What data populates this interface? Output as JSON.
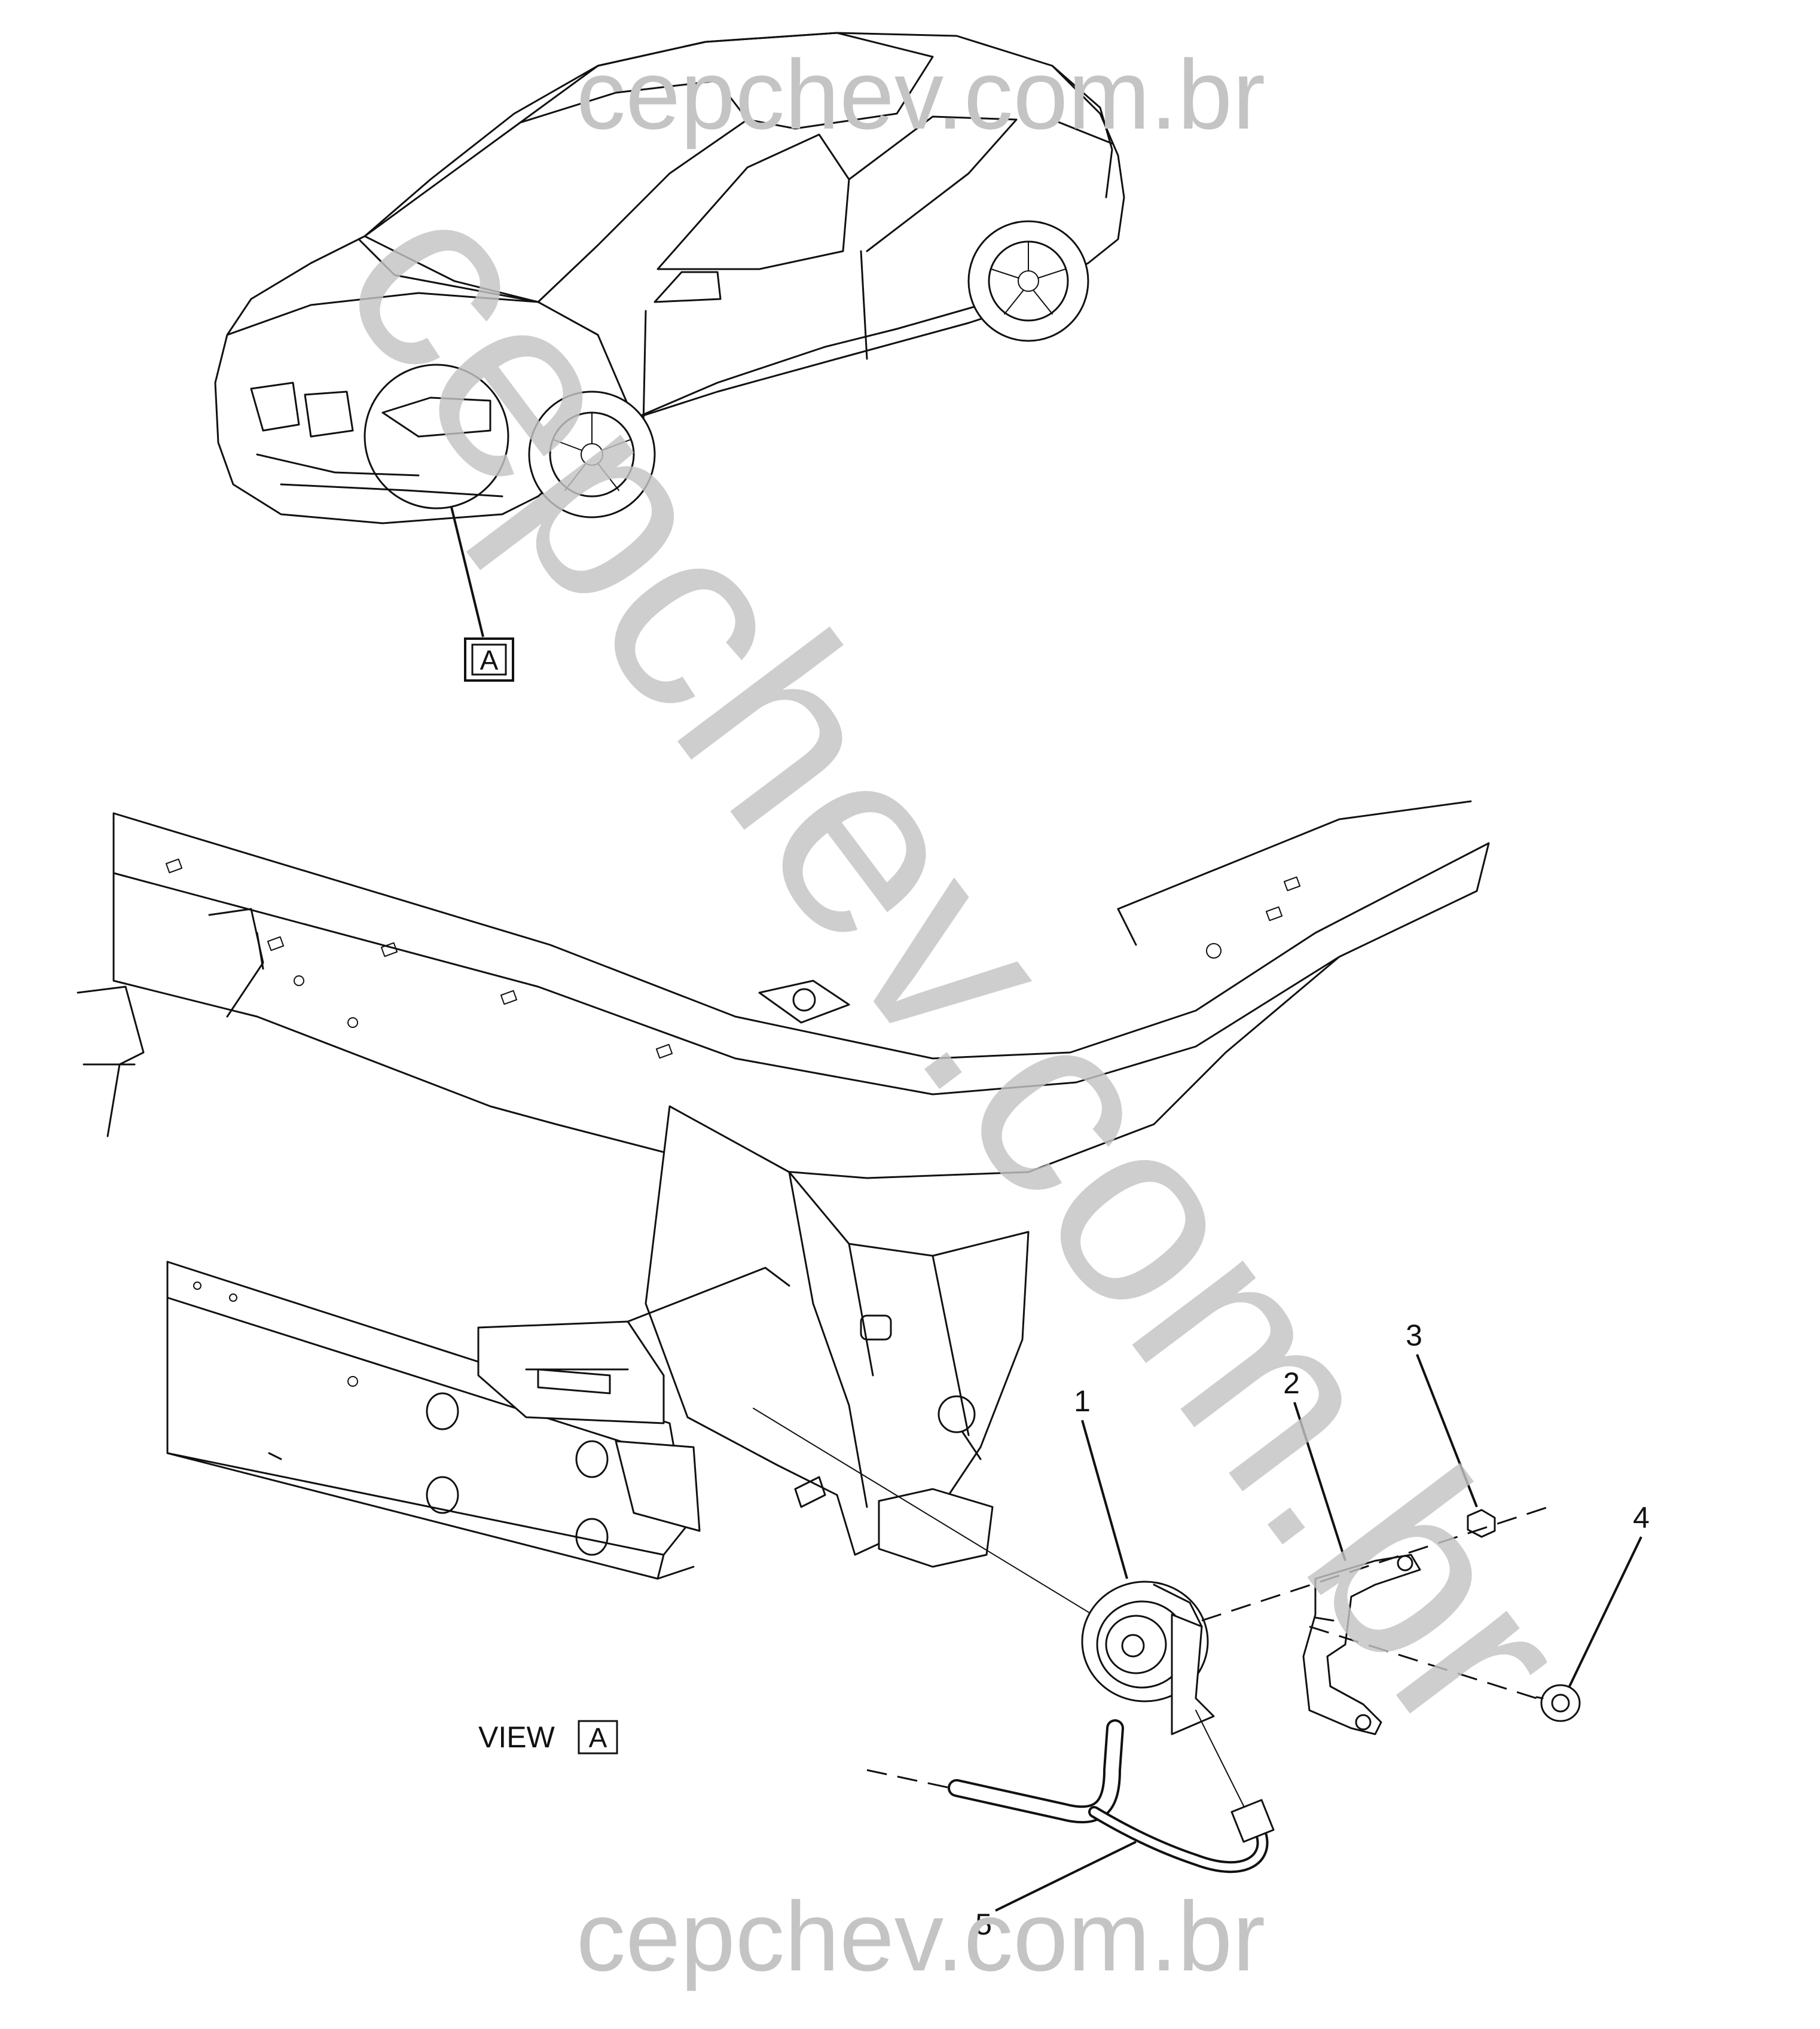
{
  "watermarks": {
    "top": "cepchev.com.br",
    "bottom": "cepchev.com.br",
    "diagonal": "cepchev.com.br"
  },
  "view_marker": {
    "letter": "A",
    "view_label": "VIEW",
    "view_letter": "A"
  },
  "callouts": [
    "1",
    "2",
    "3",
    "4",
    "5"
  ]
}
